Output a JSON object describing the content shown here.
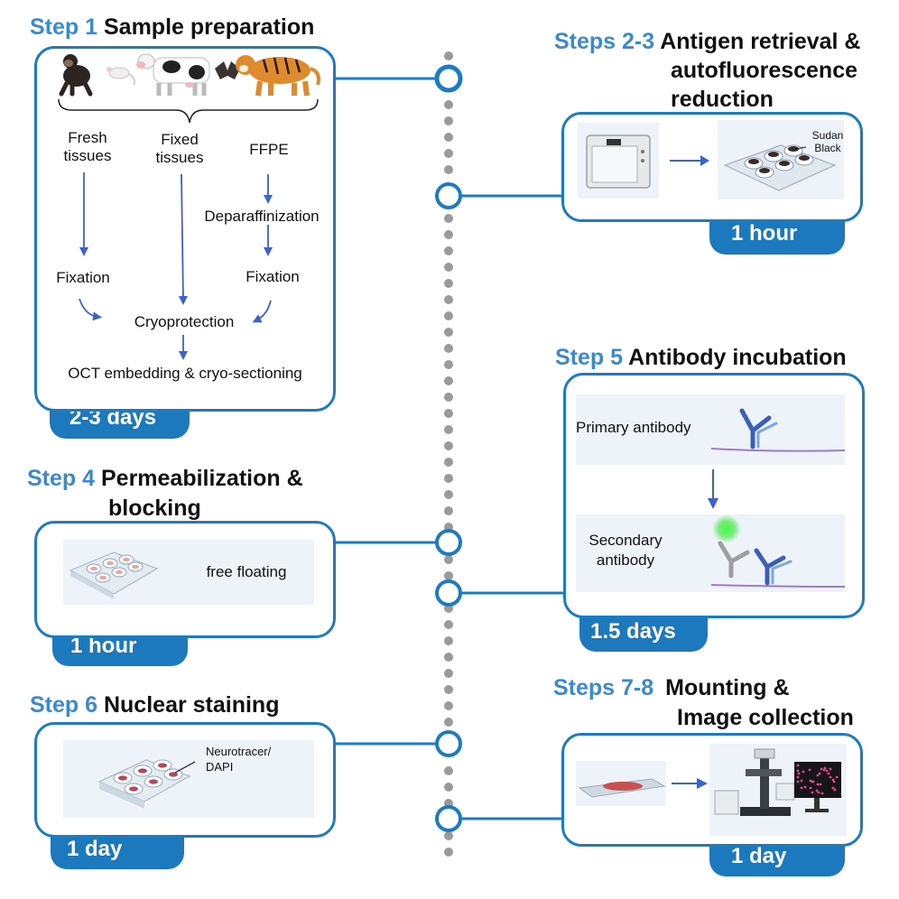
{
  "step1": {
    "num": "Step 1",
    "title": "Sample preparation",
    "fresh_1": "Fresh",
    "fresh_2": "tissues",
    "fixed_1": "Fixed",
    "fixed_2": "tissues",
    "ffpe": "FFPE",
    "deparaffinization": "Deparaffinization",
    "fixation_left": "Fixation",
    "fixation_right": "Fixation",
    "cryoprotection": "Cryoprotection",
    "oct": "OCT embedding & cryo-sectioning",
    "duration": "2-3 days"
  },
  "step23": {
    "num": "Steps 2-3",
    "title_1": "Antigen retrieval &",
    "title_2": "autofluorescence",
    "title_3": "reduction",
    "label_1": "Sudan",
    "label_2": "Black",
    "duration": "1 hour"
  },
  "step4": {
    "num": "Step 4",
    "title_1": "Permeabilization &",
    "title_2": "blocking",
    "label": "free floating",
    "duration": "1 hour"
  },
  "step5": {
    "num": "Step 5",
    "title": "Antibody incubation",
    "primary": "Primary antibody",
    "secondary_1": "Secondary",
    "secondary_2": "antibody",
    "duration": "1.5 days"
  },
  "step6": {
    "num": "Step 6",
    "title": "Nuclear staining",
    "label_1": "Neurotracer/",
    "label_2": "DAPI",
    "duration": "1 day"
  },
  "step78": {
    "num": "Steps 7-8",
    "title_1": "Mounting &",
    "title_2": "Image collection",
    "duration": "1 day"
  },
  "colors": {
    "accent": "#1d7bc1",
    "step_number": "#3a8ad0",
    "arrow": "#3d63c8",
    "timeline_dot": "#9a9a9a"
  },
  "icons": [
    "animals-illustration",
    "microwave-icon",
    "well-plate-icon",
    "antibody-icon",
    "microscope-icon",
    "monitor-icon",
    "slide-icon"
  ]
}
